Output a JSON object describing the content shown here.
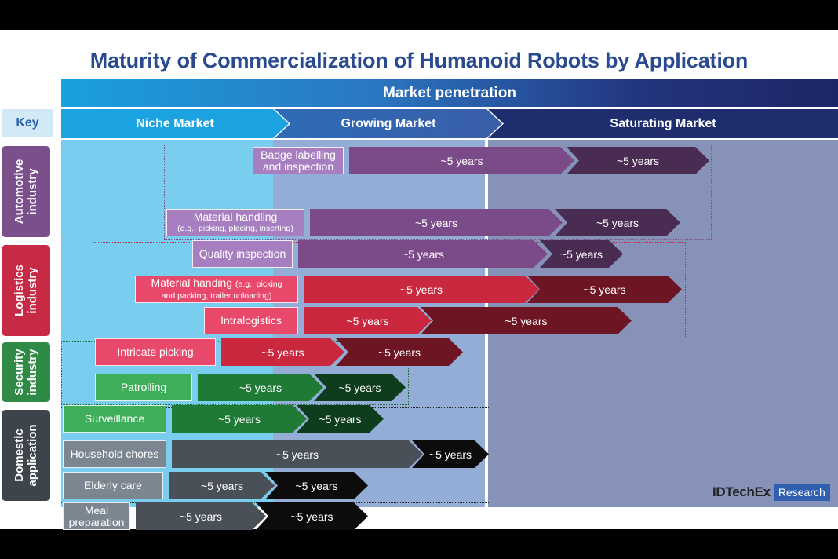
{
  "title": "Maturity of Commercialization of Humanoid Robots by Application",
  "banner": "Market penetration",
  "key_label": "Key",
  "phases": [
    "Niche Market",
    "Growing Market",
    "Saturating Market"
  ],
  "categories": {
    "automotive": "Automotive\nindustry",
    "logistics": "Logistics\nindustry",
    "security": "Security\nindustry",
    "domestic": "Domestic\napplication"
  },
  "rows": [
    {
      "label": "Badge labelling\nand inspection",
      "arrow1": "~5 years",
      "arrow2": "~5 years"
    },
    {
      "label": "Material handling",
      "sublabel": "(e.g., picking, placing, inserting)",
      "arrow1": "~5 years",
      "arrow2": "~5 years"
    },
    {
      "label": "Quality inspection",
      "arrow1": "~5 years",
      "arrow2": "~5 years"
    },
    {
      "label": "Material handing",
      "sublabel_inline": "(e.g., picking",
      "sublabel2": "and packing, trailer unloading)",
      "arrow1": "~5 years",
      "arrow2": "~5 years"
    },
    {
      "label": "Intralogistics",
      "arrow1": "~5 years",
      "arrow2": "~5 years"
    },
    {
      "label": "Intricate picking",
      "arrow1": "~5 years",
      "arrow2": "~5 years"
    },
    {
      "label": "Patrolling",
      "arrow1": "~5 years",
      "arrow2": "~5 years"
    },
    {
      "label": "Surveillance",
      "arrow1": "~5 years",
      "arrow2": "~5 years"
    },
    {
      "label": "Household chores",
      "arrow1": "~5 years",
      "arrow2": "~5 years"
    },
    {
      "label": "Elderly care",
      "arrow1": "~5 years",
      "arrow2": "~5 years"
    },
    {
      "label": "Meal\npreparation",
      "arrow1": "~5 years",
      "arrow2": "~5 years"
    }
  ],
  "logo": {
    "brand": "IDTechEx",
    "tag": "Research"
  },
  "colors": {
    "title": "#2a4a8f",
    "automotive": "#7b4e8c",
    "logistics": "#c72a45",
    "security": "#2f8a45",
    "domestic": "#3e444c",
    "niche_bg": "#79cdef",
    "growing_bg": "#94add6",
    "saturating_bg": "#8792b8"
  }
}
